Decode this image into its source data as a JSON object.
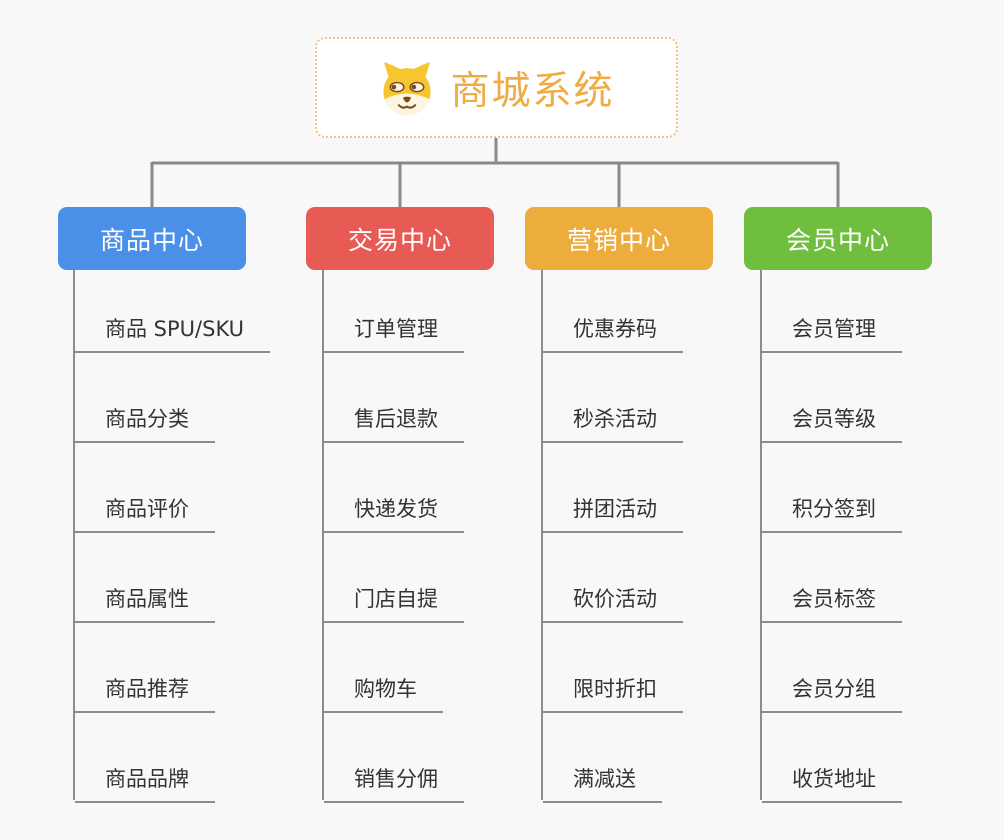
{
  "app": {
    "background_color": "#f8f8f8",
    "connector_color": "#8a8a8a",
    "leaf_line_color": "#8c8c8c",
    "leaf_text_color": "#333333"
  },
  "root": {
    "title": "商城系统",
    "icon": "dog-face-icon",
    "text_color": "#efac45",
    "border_color": "#f2c27a"
  },
  "branches": [
    {
      "label": "商品中心",
      "color": "#4a8fe8",
      "items": [
        "商品 SPU/SKU",
        "商品分类",
        "商品评价",
        "商品属性",
        "商品推荐",
        "商品品牌"
      ]
    },
    {
      "label": "交易中心",
      "color": "#e85b55",
      "items": [
        "订单管理",
        "售后退款",
        "快递发货",
        "门店自提",
        "购物车",
        "销售分佣"
      ]
    },
    {
      "label": "营销中心",
      "color": "#edad3d",
      "items": [
        "优惠券码",
        "秒杀活动",
        "拼团活动",
        "砍价活动",
        "限时折扣",
        "满减送"
      ]
    },
    {
      "label": "会员中心",
      "color": "#6fbe3d",
      "items": [
        "会员管理",
        "会员等级",
        "积分签到",
        "会员标签",
        "会员分组",
        "收货地址"
      ]
    }
  ]
}
